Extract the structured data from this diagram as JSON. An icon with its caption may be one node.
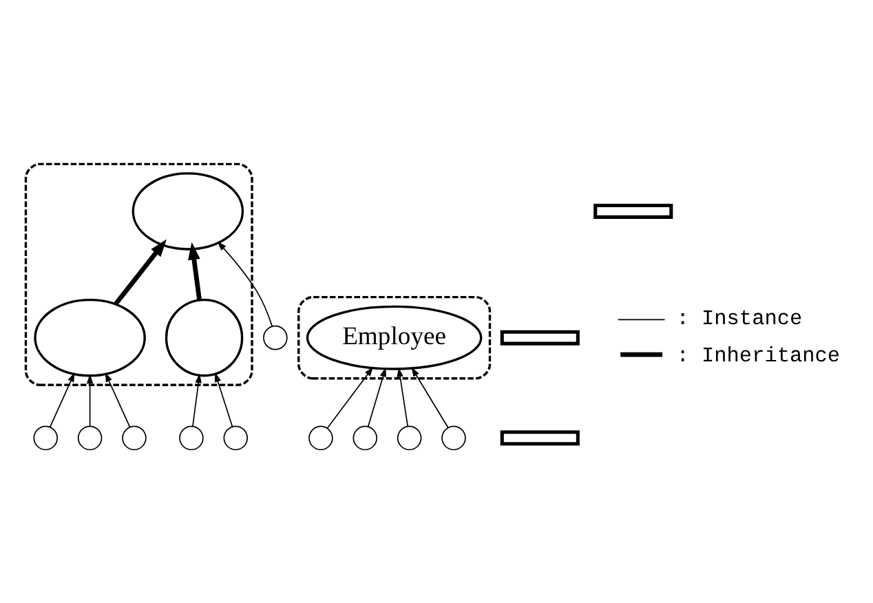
{
  "diagram": {
    "nodes": [
      {
        "text": [],
        "shape": "cloud"
      },
      {
        "text": [],
        "shape": "ellipse",
        "in": 0
      },
      {
        "text": [],
        "shape": "ellipse",
        "in": 0
      },
      {
        "text": [],
        "shape": "circle",
        "in": 0
      },
      {
        "text": [],
        "shape": "circle"
      },
      {
        "text": [],
        "shape": "circle"
      },
      {
        "text": [],
        "shape": "circle"
      },
      {
        "text": [],
        "shape": "circle"
      },
      {
        "text": [],
        "shape": "circle"
      },
      {
        "text": [],
        "shape": "circle"
      },
      {
        "text": [],
        "shape": "cloud"
      },
      {
        "text": [
          "Employee"
        ],
        "in": 10
      },
      {
        "text": [],
        "shape": "bar"
      },
      {
        "text": [],
        "shape": "bar"
      },
      {
        "text": [],
        "shape": "bar"
      },
      {
        "text": [],
        "shape": "circle"
      },
      {
        "text": [],
        "shape": "circle"
      },
      {
        "text": [],
        "shape": "circle"
      },
      {
        "text": [],
        "shape": "circle"
      }
    ],
    "edges": [
      {
        "from": 2,
        "to": 1,
        "arrow": "to",
        "style": "thick"
      },
      {
        "from": 3,
        "to": 1,
        "arrow": "to",
        "style": "thick"
      },
      {
        "from": 4,
        "to": 1,
        "arrow": "to"
      },
      {
        "from": 5,
        "to": 2,
        "arrow": "to"
      },
      {
        "from": 6,
        "to": 2,
        "arrow": "to"
      },
      {
        "from": 7,
        "to": 2,
        "arrow": "to"
      },
      {
        "from": 8,
        "to": 3,
        "arrow": "to"
      },
      {
        "from": 9,
        "to": 3,
        "arrow": "to"
      },
      {
        "from": 15,
        "to": 11,
        "arrow": "to"
      },
      {
        "from": 16,
        "to": 11,
        "arrow": "to"
      },
      {
        "from": 17,
        "to": 11,
        "arrow": "to"
      },
      {
        "from": 18,
        "to": 11,
        "arrow": "to"
      }
    ],
    "legend": [
      {
        "text": ": Instance"
      },
      {
        "text": ": Inheritance"
      }
    ]
  }
}
